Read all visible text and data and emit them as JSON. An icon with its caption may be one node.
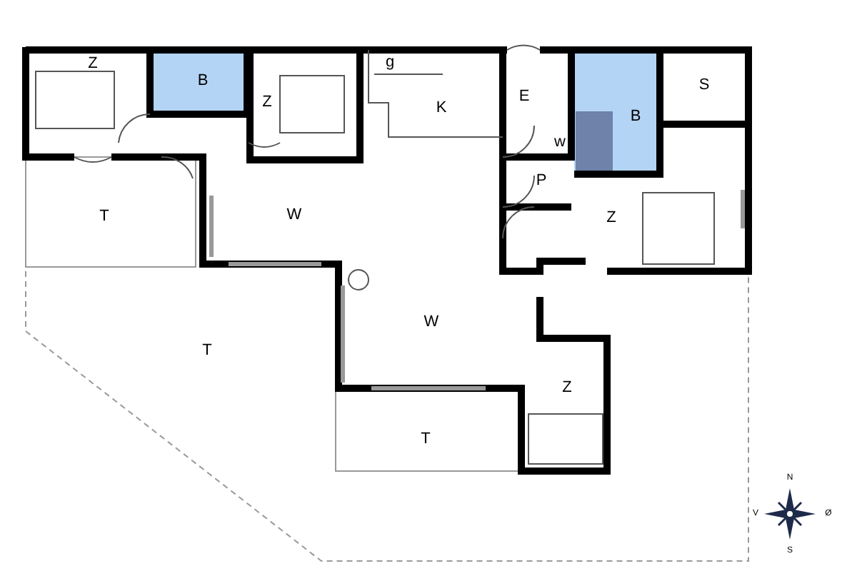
{
  "diagram": {
    "labels": [
      "Z",
      "B",
      "Z",
      "g",
      "K",
      "E",
      "B",
      "S",
      "w",
      "P",
      "T",
      "W",
      "Z",
      "T",
      "W",
      "Z",
      "T",
      "N",
      "V",
      "Ø",
      "S"
    ]
  }
}
